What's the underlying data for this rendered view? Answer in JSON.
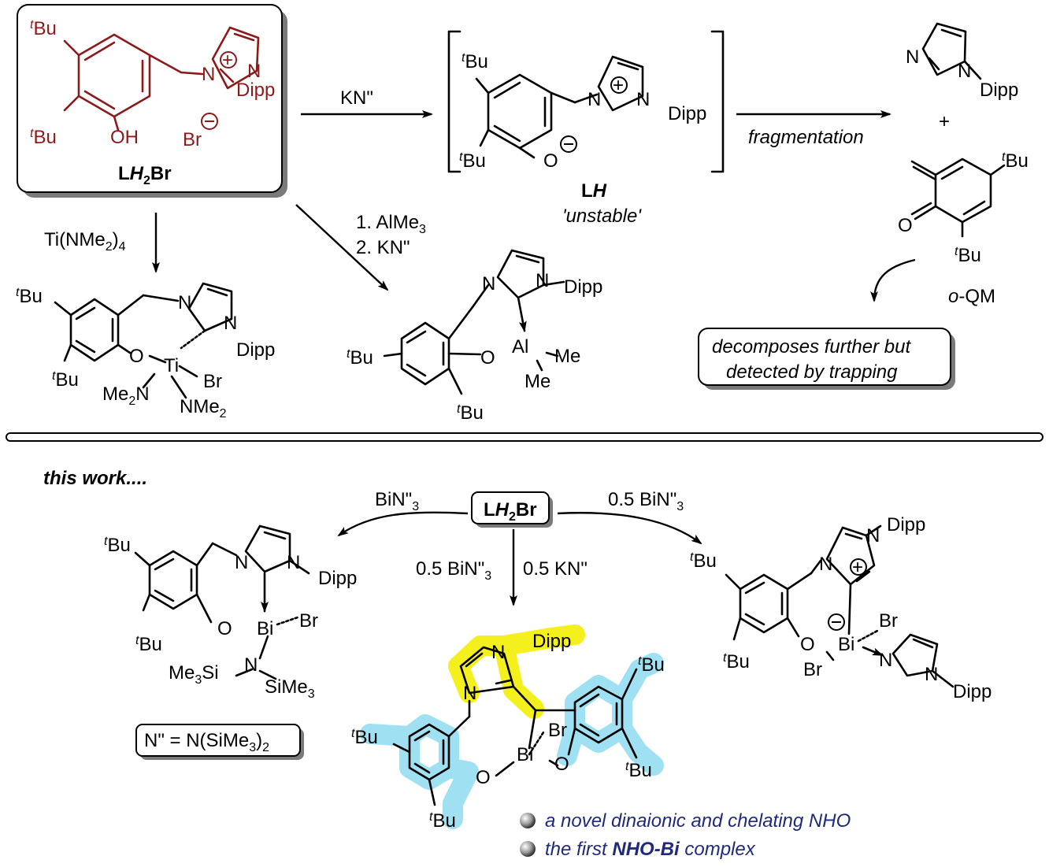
{
  "top": {
    "start_material": {
      "tbu_top": "Bu",
      "tbu_bottom": "Bu",
      "oh": "OH",
      "n1": "N",
      "n2": "N",
      "dipp": "Dipp",
      "counterion": "Br",
      "name_prefix": "L",
      "name_h2": "H",
      "name_2": "2",
      "name_br": "Br"
    },
    "arrow_kn": "KN\"",
    "bracket_species": {
      "tbu_top": "Bu",
      "tbu_bottom": "Bu",
      "o_minus": "O",
      "n1": "N",
      "n2": "N",
      "dipp": "Dipp",
      "name_l": "L",
      "name_h": "H",
      "status": "'unstable'"
    },
    "arrow_fragmentation": "fragmentation",
    "imidazole": {
      "n1": "N",
      "n2": "N",
      "dipp": "Dipp",
      "plus": "+"
    },
    "oqm": {
      "tbu_top": "Bu",
      "tbu_bottom": "Bu",
      "o": "O",
      "name_o": "o",
      "name_rest": "-QM"
    },
    "decompose_note": [
      "decomposes further but",
      "detected by trapping"
    ],
    "ti_reagent": {
      "prefix": "Ti(NMe",
      "sub": "2",
      "suffix": ")",
      "sub2": "4"
    },
    "ti_complex": {
      "tbu_top": "Bu",
      "tbu_bottom": "Bu",
      "n1": "N",
      "n2": "N",
      "dipp": "Dipp",
      "o": "O",
      "ti": "Ti",
      "br": "Br",
      "me2n": "Me",
      "me2n_sub": "2",
      "me2n_n": "N",
      "nme2": "NMe",
      "nme2_sub": "2"
    },
    "al_reagents": [
      "1. AlMe",
      "2. KN\""
    ],
    "al_reagent_sub": "3",
    "al_complex": {
      "tbu_left": "Bu",
      "tbu_bottom": "Bu",
      "n1": "N",
      "n2": "N",
      "dipp": "Dipp",
      "o": "O",
      "al": "Al",
      "me1": "Me",
      "me2": "Me"
    }
  },
  "bottom": {
    "this_work": "this work....",
    "center_name": {
      "l": "L",
      "h": "H",
      "sub": "2",
      "br": "Br"
    },
    "left_reagent": {
      "text": "BiN\"",
      "sub": "3"
    },
    "right_reagent": {
      "text": "0.5 BiN\"",
      "sub": "3"
    },
    "down_reagent_left": {
      "text": "0.5 BiN\"",
      "sub": "3"
    },
    "down_reagent_right": "0.5 KN\"",
    "left_complex": {
      "tbu_top": "Bu",
      "tbu_bottom": "Bu",
      "n1": "N",
      "n2": "N",
      "dipp": "Dipp",
      "o": "O",
      "bi": "Bi",
      "br": "Br",
      "n_amide": "N",
      "sime3_left": "Me",
      "sime3_left_sub": "3",
      "sime3_left_si": "Si",
      "sime3_right": "SiMe",
      "sime3_right_sub": "3"
    },
    "n_def": {
      "text": "N\" = N(SiMe",
      "sub1": "3",
      "close": ")",
      "sub2": "2"
    },
    "center_complex": {
      "n1": "N",
      "n2": "N",
      "dipp": "Dipp",
      "tbu1": "Bu",
      "tbu2": "Bu",
      "tbu3": "Bu",
      "tbu4": "Bu",
      "o1": "O",
      "o2": "O",
      "bi": "Bi",
      "br": "Br"
    },
    "right_complex": {
      "tbu_top": "Bu",
      "tbu_bottom": "Bu",
      "n1": "N",
      "n2": "N",
      "dipp": "Dipp",
      "o": "O",
      "bi": "Bi",
      "br1": "Br",
      "br2": "Br",
      "im_n1": "N",
      "im_n2": "N",
      "im_dipp": "Dipp"
    },
    "bullets": [
      {
        "plain": "a novel dinaionic and chelating NHO"
      },
      {
        "plain1": "the first ",
        "bold": "NHO-Bi",
        "plain2": " complex"
      }
    ]
  },
  "colors": {
    "starting_material": "#8b1a1a",
    "highlight_blue": "#9fe0f2",
    "highlight_yellow": "#f4f01e",
    "bullet_text": "#1f2a7a"
  }
}
